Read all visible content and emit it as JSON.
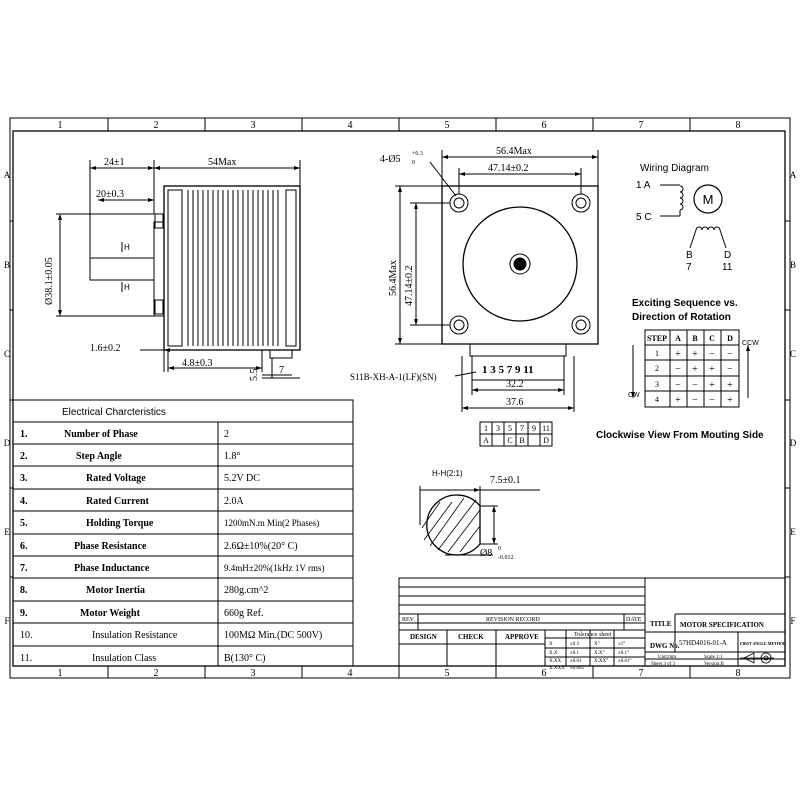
{
  "grid": {
    "columns": [
      "1",
      "2",
      "3",
      "4",
      "5",
      "6",
      "7",
      "8"
    ],
    "rows": [
      "A",
      "B",
      "C",
      "D",
      "E",
      "F"
    ]
  },
  "side_view": {
    "dim_shaft_len": "24±1",
    "dim_body_len": "54Max",
    "dim_boss_len": "20±0.3",
    "dim_boss_dia": "Ø38.1±0.05",
    "dim_flange": "1.6±0.2",
    "dim_key": "4.8±0.3",
    "dim_55": "5.5",
    "dim_7": "7",
    "section_mark": "H"
  },
  "front_view": {
    "dim_holes": "4-Ø5",
    "dim_holes_tol_top": "+0.3",
    "dim_holes_tol_bot": "0",
    "dim_outer": "56.4Max",
    "dim_pitch": "47.14±0.2",
    "dim_height_outer": "56.4Max",
    "dim_height_pitch": "47.14±0.2",
    "connector_label": "S11B-XH-A-1(LF)(SN)",
    "connector_pins": "1 3 5 7 9 11",
    "dim_322": "32.2",
    "dim_376": "37.6",
    "pin_table": {
      "pins": [
        "1",
        "3",
        "5",
        "7",
        "9",
        "11"
      ],
      "letters": [
        "A",
        "",
        "C",
        "B",
        "",
        "D"
      ]
    }
  },
  "wiring": {
    "title": "Wiring Diagram",
    "motor_label": "M",
    "label_1a": "1 A",
    "label_5c": "5 C",
    "label_b": "B",
    "label_b_pin": "7",
    "label_d": "D",
    "label_d_pin": "11"
  },
  "sequence": {
    "title_line1": "Exciting Sequence vs.",
    "title_line2": "Direction of Rotation",
    "headers": [
      "STEP",
      "A",
      "B",
      "C",
      "D"
    ],
    "rows": [
      [
        "1",
        "+",
        "+",
        "−",
        "−"
      ],
      [
        "2",
        "−",
        "+",
        "+",
        "−"
      ],
      [
        "3",
        "−",
        "−",
        "+",
        "+"
      ],
      [
        "4",
        "+",
        "−",
        "−",
        "+"
      ]
    ],
    "ccw_label": "CCW",
    "cw_label": "CW"
  },
  "view_note": "Clockwise View From Mouting Side",
  "section_view": {
    "label": "H-H(2:1)",
    "dim_flat": "7.5±0.1",
    "dim_dia": "Ø8",
    "dim_dia_tol_top": "0",
    "dim_dia_tol_bot": "-0.012"
  },
  "electrical": {
    "title": "Electrical Charcteristics",
    "rows": [
      {
        "no": "1.",
        "name": "Number of Phase",
        "value": "2"
      },
      {
        "no": "2.",
        "name": "Step Angle",
        "value": "1.8°"
      },
      {
        "no": "3.",
        "name": "Rated Voltage",
        "value": "5.2V DC"
      },
      {
        "no": "4.",
        "name": "Rated Current",
        "value": "2.0A"
      },
      {
        "no": "5.",
        "name": "Holding Torque",
        "value": "1200mN.m Min(2 Phases)"
      },
      {
        "no": "6.",
        "name": "Phase Resistance",
        "value": "2.6Ω±10%(20° C)"
      },
      {
        "no": "7.",
        "name": "Phase Inductance",
        "value": "9.4mH±20%(1kHz 1V rms)"
      },
      {
        "no": "8.",
        "name": "Motor Inertia",
        "value": "280g.cm^2"
      },
      {
        "no": "9.",
        "name": "Motor Weight",
        "value": "660g Ref."
      },
      {
        "no": "10.",
        "name": "Insulation Resistance",
        "value": "100MΩ Min.(DC 500V)"
      },
      {
        "no": "11.",
        "name": "Insulation Class",
        "value": "B(130° C)"
      }
    ]
  },
  "title_block": {
    "rev": "REV.",
    "revision_record": "REVISION RECORD",
    "date": "DATE",
    "design": "DESIGN",
    "check": "CHECK",
    "approve": "APPROVE",
    "tolerance_sheet": "Tolerance sheet",
    "tolerance": [
      [
        "X",
        "±0.3",
        "X°",
        "±1°"
      ],
      [
        "X.X",
        "±0.1",
        "X.X°",
        "±0.1°"
      ],
      [
        "X.XX",
        "±0.01",
        "X.XX°",
        "±0.01°"
      ],
      [
        "X.XXX",
        "±0.002",
        "",
        ""
      ]
    ],
    "title_label": "TITLE",
    "title_value": "MOTOR SPECIFICATION",
    "dwg_label": "DWG No.",
    "dwg_value": "57HD4016-01-A",
    "first_angle": "FIRST ANGLE METHOD",
    "unit": "Unit:mm",
    "scale": "Scale 1:1",
    "sheet": "Sheet 3 of 3",
    "version": "Version:B"
  }
}
